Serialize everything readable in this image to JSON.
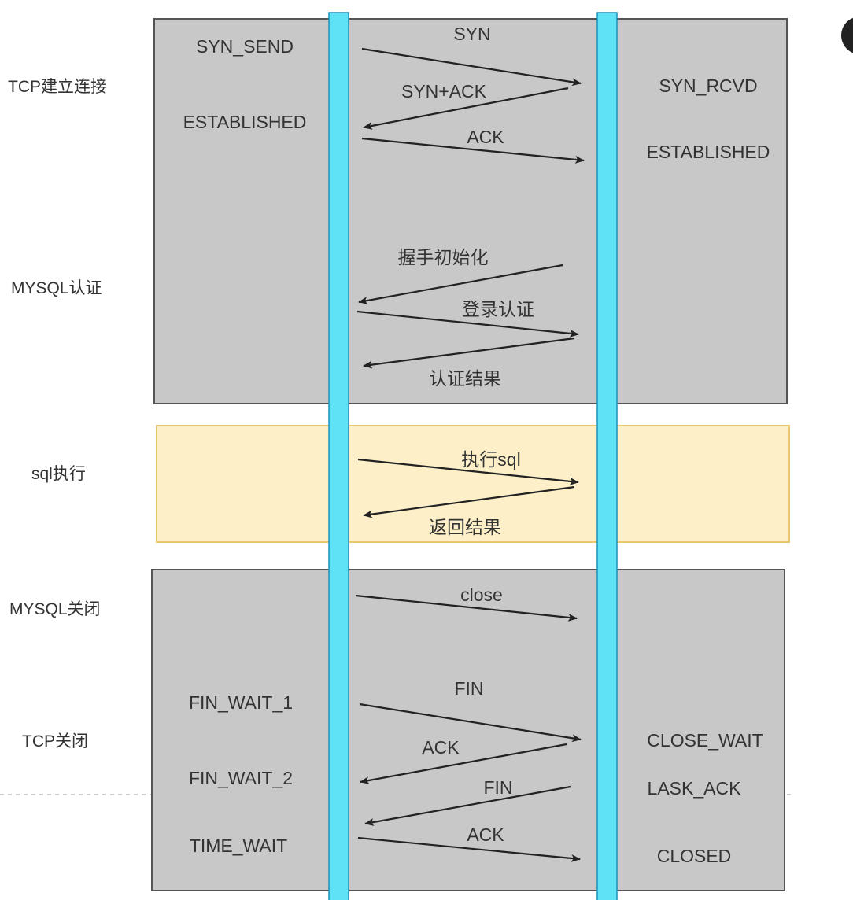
{
  "stages": [
    {
      "label": "TCP建立连接"
    },
    {
      "label": "MYSQL认证"
    },
    {
      "label": "sql执行"
    },
    {
      "label": "MYSQL关闭"
    },
    {
      "label": "TCP关闭"
    }
  ],
  "left_states": [
    {
      "label": "SYN_SEND"
    },
    {
      "label": "ESTABLISHED"
    },
    {
      "label": "FIN_WAIT_1"
    },
    {
      "label": "FIN_WAIT_2"
    },
    {
      "label": "TIME_WAIT"
    }
  ],
  "right_states": [
    {
      "label": "SYN_RCVD"
    },
    {
      "label": "ESTABLISHED"
    },
    {
      "label": "CLOSE_WAIT"
    },
    {
      "label": "LASK_ACK"
    },
    {
      "label": "CLOSED"
    }
  ],
  "messages": [
    {
      "label": "SYN",
      "direction": "client-to-server"
    },
    {
      "label": "SYN+ACK",
      "direction": "server-to-client"
    },
    {
      "label": "ACK",
      "direction": "client-to-server"
    },
    {
      "label": "握手初始化",
      "direction": "server-to-client"
    },
    {
      "label": "登录认证",
      "direction": "client-to-server"
    },
    {
      "label": "认证结果",
      "direction": "server-to-client"
    },
    {
      "label": "执行sql",
      "direction": "client-to-server"
    },
    {
      "label": "返回结果",
      "direction": "server-to-client"
    },
    {
      "label": "close",
      "direction": "client-to-server"
    },
    {
      "label": "FIN",
      "direction": "client-to-server"
    },
    {
      "label": "ACK",
      "direction": "server-to-client"
    },
    {
      "label": "FIN",
      "direction": "server-to-client"
    },
    {
      "label": "ACK",
      "direction": "client-to-server"
    }
  ],
  "colors": {
    "gray_panel": "#c8c8c8",
    "yellow_panel": "#fdf0c8",
    "yellow_border": "#e8c970",
    "lifeline": "#5fe1f6",
    "lifeline_border": "#1d8fb8",
    "arrow": "#222222"
  }
}
